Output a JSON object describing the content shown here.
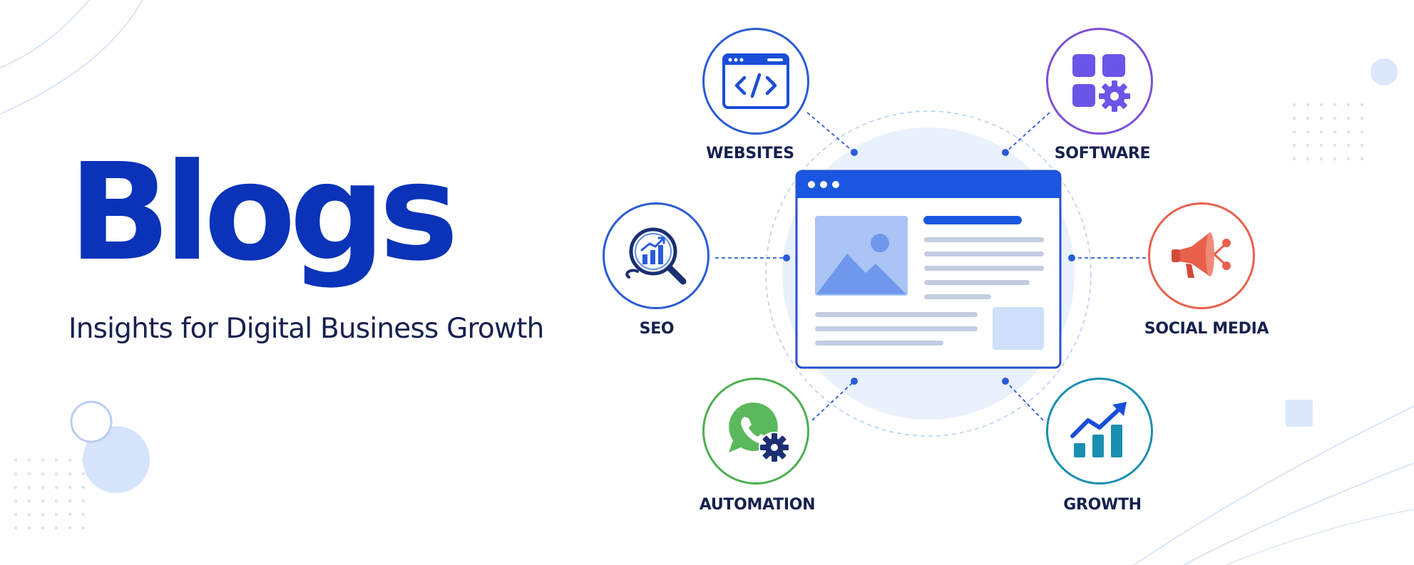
{
  "header": {
    "title": "Blogs",
    "subtitle": "Insights for Digital Business Growth"
  },
  "colors": {
    "title": "#0a33b8",
    "subtitle": "#16214f",
    "accent": "#1a56e0",
    "websites": "#2a5bd7",
    "software": "#7b4fd9",
    "seo": "#2a5bd7",
    "social_media": "#e8604c",
    "automation": "#4caf50",
    "growth": "#1a8fb0"
  },
  "categories": [
    {
      "label": "WEBSITES",
      "icon": "code-window-icon"
    },
    {
      "label": "SOFTWARE",
      "icon": "app-grid-gear-icon"
    },
    {
      "label": "SEO",
      "icon": "magnifier-chart-icon"
    },
    {
      "label": "SOCIAL MEDIA",
      "icon": "megaphone-icon"
    },
    {
      "label": "AUTOMATION",
      "icon": "whatsapp-gear-icon"
    },
    {
      "label": "GROWTH",
      "icon": "growth-chart-icon"
    }
  ],
  "central": {
    "icon": "browser-window-icon"
  }
}
